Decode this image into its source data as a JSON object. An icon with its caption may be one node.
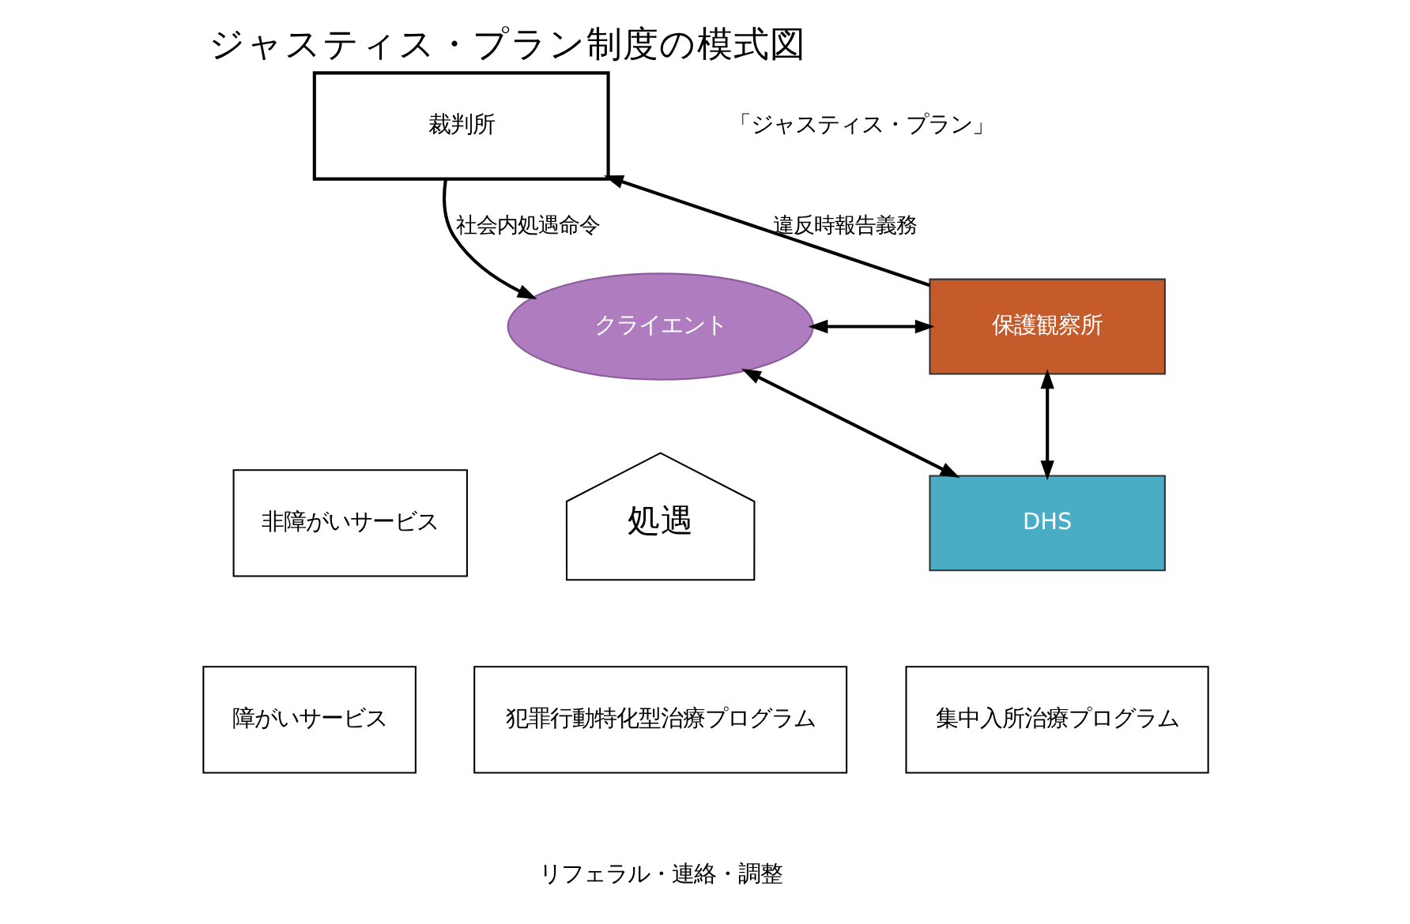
{
  "diagram": {
    "title": "ジャスティス・プラン制度の模式図",
    "nodes": [
      {
        "text": [
          "裁判所"
        ]
      },
      {
        "text": [
          "クライエント"
        ]
      },
      {
        "text": [
          "保護観察所"
        ]
      },
      {
        "text": [
          "DHS"
        ]
      },
      {
        "text": [
          "非障がいサービス"
        ]
      },
      {
        "text": [
          "障がいサービス"
        ]
      },
      {
        "text": [
          "処遇"
        ]
      },
      {
        "text": [
          "集中入所治療プログラム"
        ]
      },
      {
        "text": [
          "犯罪行動特化型治療プログラム"
        ]
      }
    ],
    "edges": [
      {
        "from": 0,
        "to": 1,
        "arrow": "to",
        "label": "社会内処遇命令"
      },
      {
        "from": 2,
        "to": 0,
        "arrow": "to",
        "label": "違反時報告義務"
      },
      {
        "from": 1,
        "to": 2,
        "arrow": "both"
      },
      {
        "from": 1,
        "to": 3,
        "arrow": "both"
      },
      {
        "from": 2,
        "to": 3,
        "arrow": "both"
      }
    ],
    "labels": [
      "「ジャスティス・プラン」",
      "リフェラル・連絡・調整"
    ]
  }
}
